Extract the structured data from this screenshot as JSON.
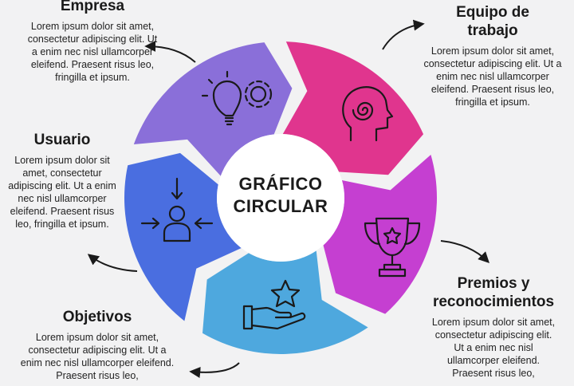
{
  "center": {
    "line1": "GRÁFICO",
    "line2": "CIRCULAR"
  },
  "segments": [
    {
      "key": "empresa",
      "title": "Empresa",
      "text": "Lorem ipsum dolor sit amet, consectetur adipiscing elit. Ut a enim nec nisl ullamcorper eleifend. Praesent risus leo, fringilla et ipsum.",
      "color": "#8a6fd9",
      "icon": "lightbulb-gear-icon"
    },
    {
      "key": "equipo",
      "title_lines": [
        "Equipo de",
        "trabajo"
      ],
      "text": "Lorem ipsum dolor sit amet, consectetur adipiscing elit. Ut a enim nec nisl ullamcorper eleifend. Praesent risus leo, fringilla et ipsum.",
      "color": "#e0358e",
      "icon": "head-spiral-icon"
    },
    {
      "key": "premios",
      "title_lines": [
        "Premios y",
        "reconocimientos"
      ],
      "text": "Lorem ipsum dolor sit amet, consectetur adipiscing elit. Ut a enim nec nisl ullamcorper eleifend. Praesent risus leo,",
      "color": "#c53fd1",
      "icon": "trophy-icon"
    },
    {
      "key": "objetivos",
      "title": "Objetivos",
      "text": "Lorem ipsum dolor sit amet, consectetur adipiscing elit. Ut a enim nec nisl ullamcorper eleifend. Praesent risus leo,",
      "color": "#4ea8de",
      "icon": "hand-star-icon"
    },
    {
      "key": "usuario",
      "title": "Usuario",
      "text": "Lorem ipsum dolor sit amet, consectetur adipiscing elit. Ut a enim nec nisl ullamcorper eleifend. Praesent risus leo, fringilla et ipsum.",
      "color": "#4a6ee0",
      "icon": "user-focus-icon"
    }
  ]
}
